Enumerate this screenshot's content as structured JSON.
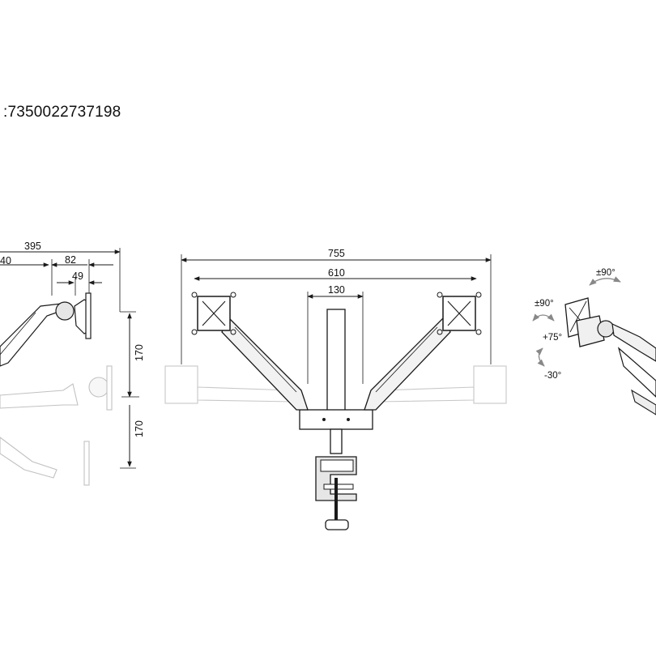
{
  "header": {
    "code": ":7350022737198"
  },
  "side_view": {
    "labels": {
      "d395": "395",
      "d40": "40",
      "d82": "82",
      "d49": "49",
      "h170_top": "170",
      "h170_bottom": "170"
    }
  },
  "front_view": {
    "labels": {
      "d755": "755",
      "d610": "610",
      "d130": "130"
    }
  },
  "rotation_view": {
    "labels": {
      "tilt_up": "±90°",
      "swivel": "±90°",
      "tilt_plus": "+75°",
      "tilt_minus": "-30°"
    }
  },
  "colors": {
    "line": "#1a1a1a",
    "ghost": "#b8b8b8",
    "fill": "#e9e9e9"
  }
}
